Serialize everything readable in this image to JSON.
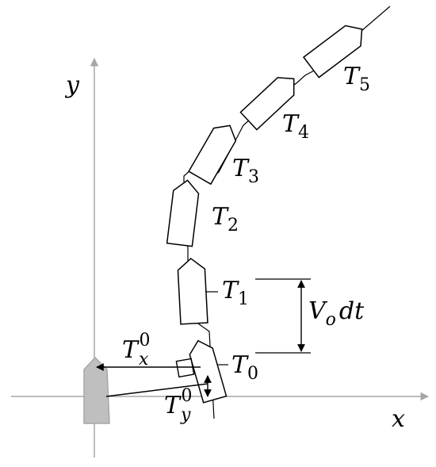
{
  "axes": {
    "x_label": "x",
    "y_label": "y",
    "axis_color": "#a6a6a6"
  },
  "fleet": [
    {
      "label": "T",
      "index": "0"
    },
    {
      "label": "T",
      "index": "1"
    },
    {
      "label": "T",
      "index": "2"
    },
    {
      "label": "T",
      "index": "3"
    },
    {
      "label": "T",
      "index": "4"
    },
    {
      "label": "T",
      "index": "5"
    }
  ],
  "reference_vessel": {
    "fill": "#bfbfbf",
    "stroke": "#a6a6a6"
  },
  "offsets": {
    "tx": {
      "base": "T",
      "sub": "x",
      "sup": "0"
    },
    "ty": {
      "base": "T",
      "sub": "y",
      "sup": "0"
    }
  },
  "step": {
    "base": "V",
    "sub": "o",
    "tail": "dt"
  }
}
